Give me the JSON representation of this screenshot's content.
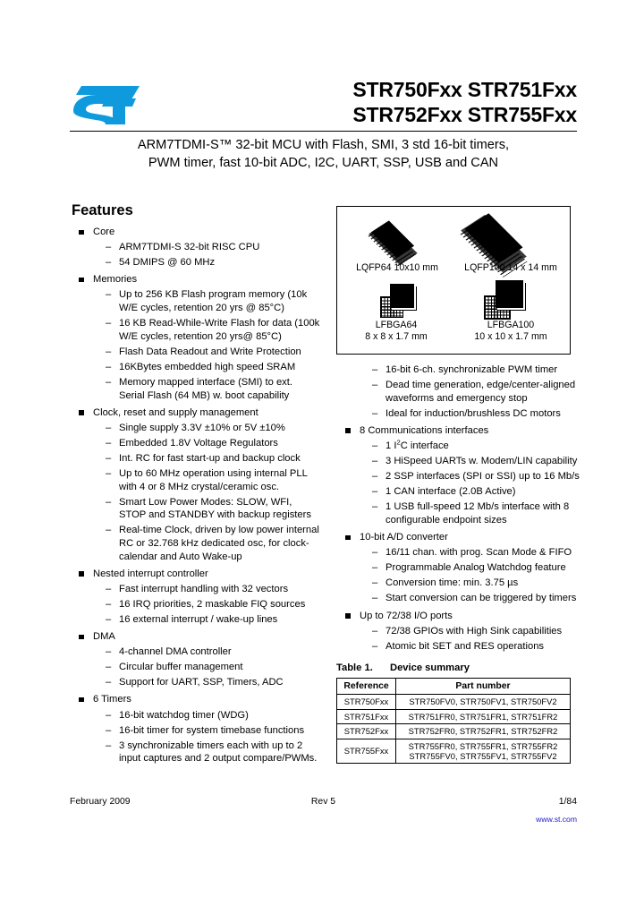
{
  "header": {
    "logo_icon": "st-logo-icon",
    "logo_color": "#0f9ade",
    "title_lines": [
      "STR750Fxx STR751Fxx",
      "STR752Fxx STR755Fxx"
    ],
    "subtitle_lines": [
      "ARM7TDMI-S™ 32-bit MCU with Flash, SMI, 3 std 16-bit timers,",
      "PWM timer, fast 10-bit ADC, I2C, UART, SSP, USB and CAN"
    ]
  },
  "features": {
    "heading": "Features",
    "left_groups": [
      {
        "label": "Core",
        "items": [
          "ARM7TDMI-S 32-bit RISC CPU",
          "54 DMIPS @ 60 MHz"
        ]
      },
      {
        "label": "Memories",
        "items": [
          "Up to 256 KB Flash program memory (10k W/E cycles, retention 20 yrs @ 85°C)",
          "16 KB Read-While-Write Flash for data (100k W/E cycles, retention 20 yrs@ 85°C)",
          "Flash Data Readout and Write Protection",
          "16KBytes embedded high speed SRAM",
          "Memory mapped interface (SMI) to ext. Serial Flash (64 MB) w. boot capability"
        ]
      },
      {
        "label": "Clock, reset and supply management",
        "items": [
          "Single supply 3.3V ±10% or 5V ±10%",
          "Embedded 1.8V Voltage Regulators",
          "Int. RC for fast start-up and backup clock",
          "Up to 60 MHz operation using internal PLL with 4 or 8 MHz crystal/ceramic osc.",
          "Smart Low Power Modes: SLOW, WFI, STOP and STANDBY with backup registers",
          "Real-time Clock, driven by low power internal RC or 32.768 kHz dedicated osc, for clock-calendar and Auto Wake-up"
        ]
      },
      {
        "label": "Nested interrupt controller",
        "items": [
          "Fast interrupt handling with 32 vectors",
          "16 IRQ priorities, 2 maskable FIQ sources",
          "16 external interrupt / wake-up lines"
        ]
      },
      {
        "label": "DMA",
        "items": [
          "4-channel DMA controller",
          "Circular buffer management",
          "Support for UART, SSP, Timers, ADC"
        ]
      },
      {
        "label": "6 Timers",
        "items": [
          "16-bit watchdog timer (WDG)",
          "16-bit timer for system timebase functions",
          "3 synchronizable timers each with up to 2 input captures and 2 output compare/PWMs."
        ]
      }
    ],
    "right_orphan_items": [
      "16-bit 6-ch. synchronizable PWM timer",
      "Dead time generation, edge/center-aligned waveforms and emergency stop",
      "Ideal for induction/brushless DC motors"
    ],
    "right_groups": [
      {
        "label": "8 Communications interfaces",
        "items": [
          "1 I2C interface",
          "3 HiSpeed UARTs w. Modem/LIN capability",
          "2 SSP interfaces (SPI or SSI) up to 16 Mb/s",
          "1 CAN interface (2.0B Active)",
          "1 USB full-speed 12 Mb/s interface with 8 configurable endpoint sizes"
        ]
      },
      {
        "label": "10-bit A/D converter",
        "items": [
          "16/11 chan. with prog. Scan Mode & FIFO",
          "Programmable Analog Watchdog feature",
          "Conversion time: min. 3.75 µs",
          "Start conversion can be triggered by timers"
        ]
      },
      {
        "label": "Up to 72/38 I/O ports",
        "items": [
          "72/38 GPIOs with High Sink capabilities",
          "Atomic bit SET and RES operations"
        ]
      }
    ]
  },
  "packages": [
    {
      "icon": "lqfp64-package-icon",
      "caption": "LQFP64 10x10 mm"
    },
    {
      "icon": "lqfp100-package-icon",
      "caption": "LQFP100 14 x 14 mm"
    },
    {
      "icon": "lfbga64-package-icon",
      "caption_line1": "LFBGA64",
      "caption_line2": "8 x 8 x 1.7 mm"
    },
    {
      "icon": "lfbga100-package-icon",
      "caption_line1": "LFBGA100",
      "caption_line2": "10 x 10 x 1.7 mm"
    }
  ],
  "table": {
    "number": "Table 1.",
    "title": "Device summary",
    "columns": [
      "Reference",
      "Part number"
    ],
    "rows": [
      {
        "reference": "STR750Fxx",
        "part_numbers": [
          "STR750FV0, STR750FV1, STR750FV2"
        ]
      },
      {
        "reference": "STR751Fxx",
        "part_numbers": [
          "STR751FR0, STR751FR1, STR751FR2"
        ]
      },
      {
        "reference": "STR752Fxx",
        "part_numbers": [
          "STR752FR0, STR752FR1, STR752FR2"
        ]
      },
      {
        "reference": "STR755Fxx",
        "part_numbers": [
          "STR755FR0, STR755FR1, STR755FR2",
          "STR755FV0, STR755FV1, STR755FV2"
        ]
      }
    ]
  },
  "footer": {
    "date": "February 2009",
    "revision": "Rev 5",
    "page": "1/84",
    "website": "www.st.com",
    "website_color": "#1818c8"
  }
}
